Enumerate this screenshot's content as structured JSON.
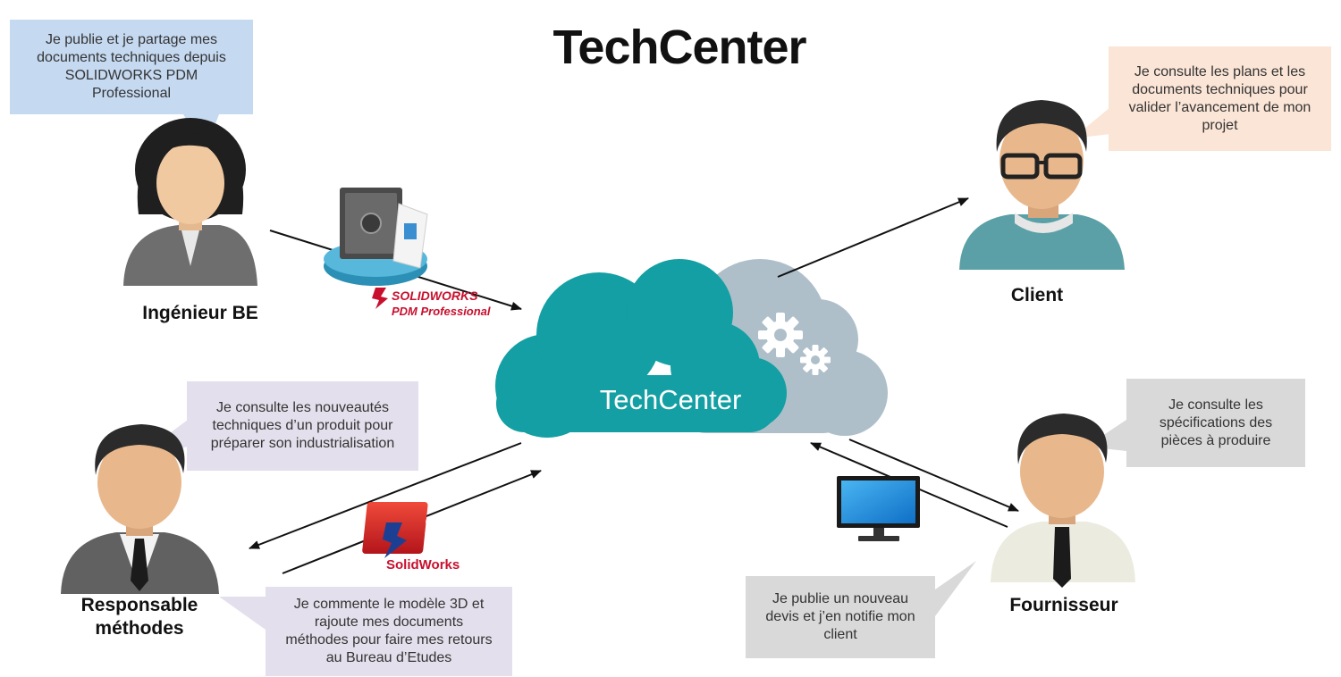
{
  "title": "TechCenter",
  "cloud_label": "TechCenter",
  "colors": {
    "cloud_primary": "#139fa3",
    "cloud_secondary": "#aebfc9",
    "bubble_blue": "#c5d9f1",
    "bubble_peach": "#fbe5d6",
    "bubble_lilac": "#e4dfec",
    "bubble_gray": "#d9d9d9"
  },
  "personas": {
    "engineer": {
      "label": "Ingénieur BE",
      "bubble": "Je publie et je partage mes documents techniques depuis SOLIDWORKS PDM Professional"
    },
    "client": {
      "label": "Client",
      "bubble": "Je consulte les plans et les documents techniques pour valider l’avancement de mon projet"
    },
    "methods": {
      "label": "Responsable méthodes",
      "bubble_top": "Je consulte les nouveautés techniques d’un produit pour préparer son industrialisation",
      "bubble_bottom": "Je commente le modèle 3D et rajoute mes documents méthodes pour faire mes retours au Bureau d’Etudes"
    },
    "supplier": {
      "label": "Fournisseur",
      "bubble_top": "Je consulte les spécifications des pièces à produire",
      "bubble_bottom": "Je publie un nouveau devis et j’en notifie mon client"
    }
  },
  "logos": {
    "pdm_line1": "SOLIDWORKS",
    "pdm_line2": "PDM Professional",
    "sw_letters": "SW",
    "sw_name": "SolidWorks"
  },
  "icons": {
    "engineer": "woman-avatar-icon",
    "client": "man-glasses-avatar-icon",
    "methods": "man-suit-avatar-icon",
    "supplier": "man-shirt-avatar-icon",
    "vault": "safe-vault-icon",
    "monitor": "monitor-icon",
    "gears": "gears-icon",
    "cloud": "cloud-icon"
  }
}
